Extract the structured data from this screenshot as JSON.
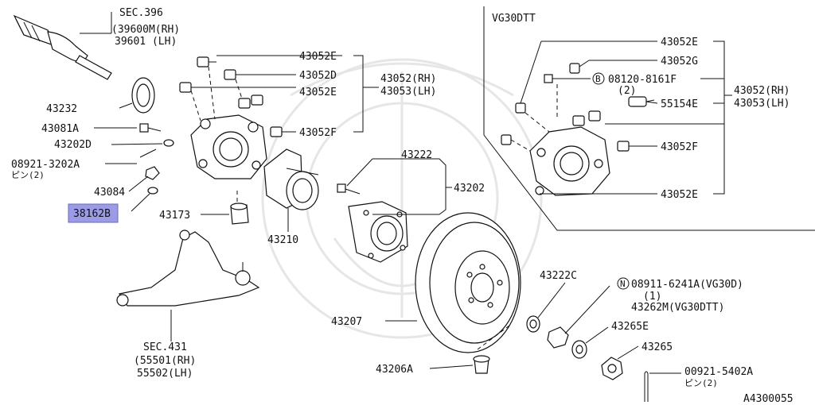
{
  "labels": {
    "sec396": "SEC.396",
    "p39600": "(39600M(RH)",
    "p39601": "39601 (LH)",
    "p43232": "43232",
    "p43081a": "43081A",
    "p43202d": "43202D",
    "p08921": "08921-3202A",
    "pin2a": "ピン(2)",
    "p43084": "43084",
    "p38162b": "38162B",
    "p43173": "43173",
    "sec431": "SEC.431",
    "p55501": "(55501(RH)",
    "p55502": "55502(LH)",
    "p43052e_1": "43052E",
    "p43052d": "43052D",
    "p43052e_2": "43052E",
    "p43052f_1": "43052F",
    "p43052rh_1": "43052(RH)",
    "p43053lh_1": "43053(LH)",
    "p43222": "43222",
    "p43202": "43202",
    "p43210": "43210",
    "p43207": "43207",
    "p43206a": "43206A",
    "p43222c": "43222C",
    "n_circle": "N",
    "p08911": "08911-6241A(VG30D)",
    "qty1": "(1)",
    "p43262m": "43262M(VG30DTT)",
    "p43265e": "43265E",
    "p43265": "43265",
    "p00921": "00921-5402A",
    "pin2b": "ピン(2)",
    "vg30dtt": "VG30DTT",
    "p43052e_3": "43052E",
    "p43052g": "43052G",
    "b_circle": "B",
    "p08120": "08120-8161F",
    "qty2": "(2)",
    "p55154e": "55154E",
    "p43052rh_2": "43052(RH)",
    "p43053lh_2": "43053(LH)",
    "p43052f_2": "43052F",
    "p43052e_4": "43052E",
    "diagram_id": "A4300055"
  },
  "highlight": {
    "part": "38162B",
    "color": "#9c9ce6"
  }
}
